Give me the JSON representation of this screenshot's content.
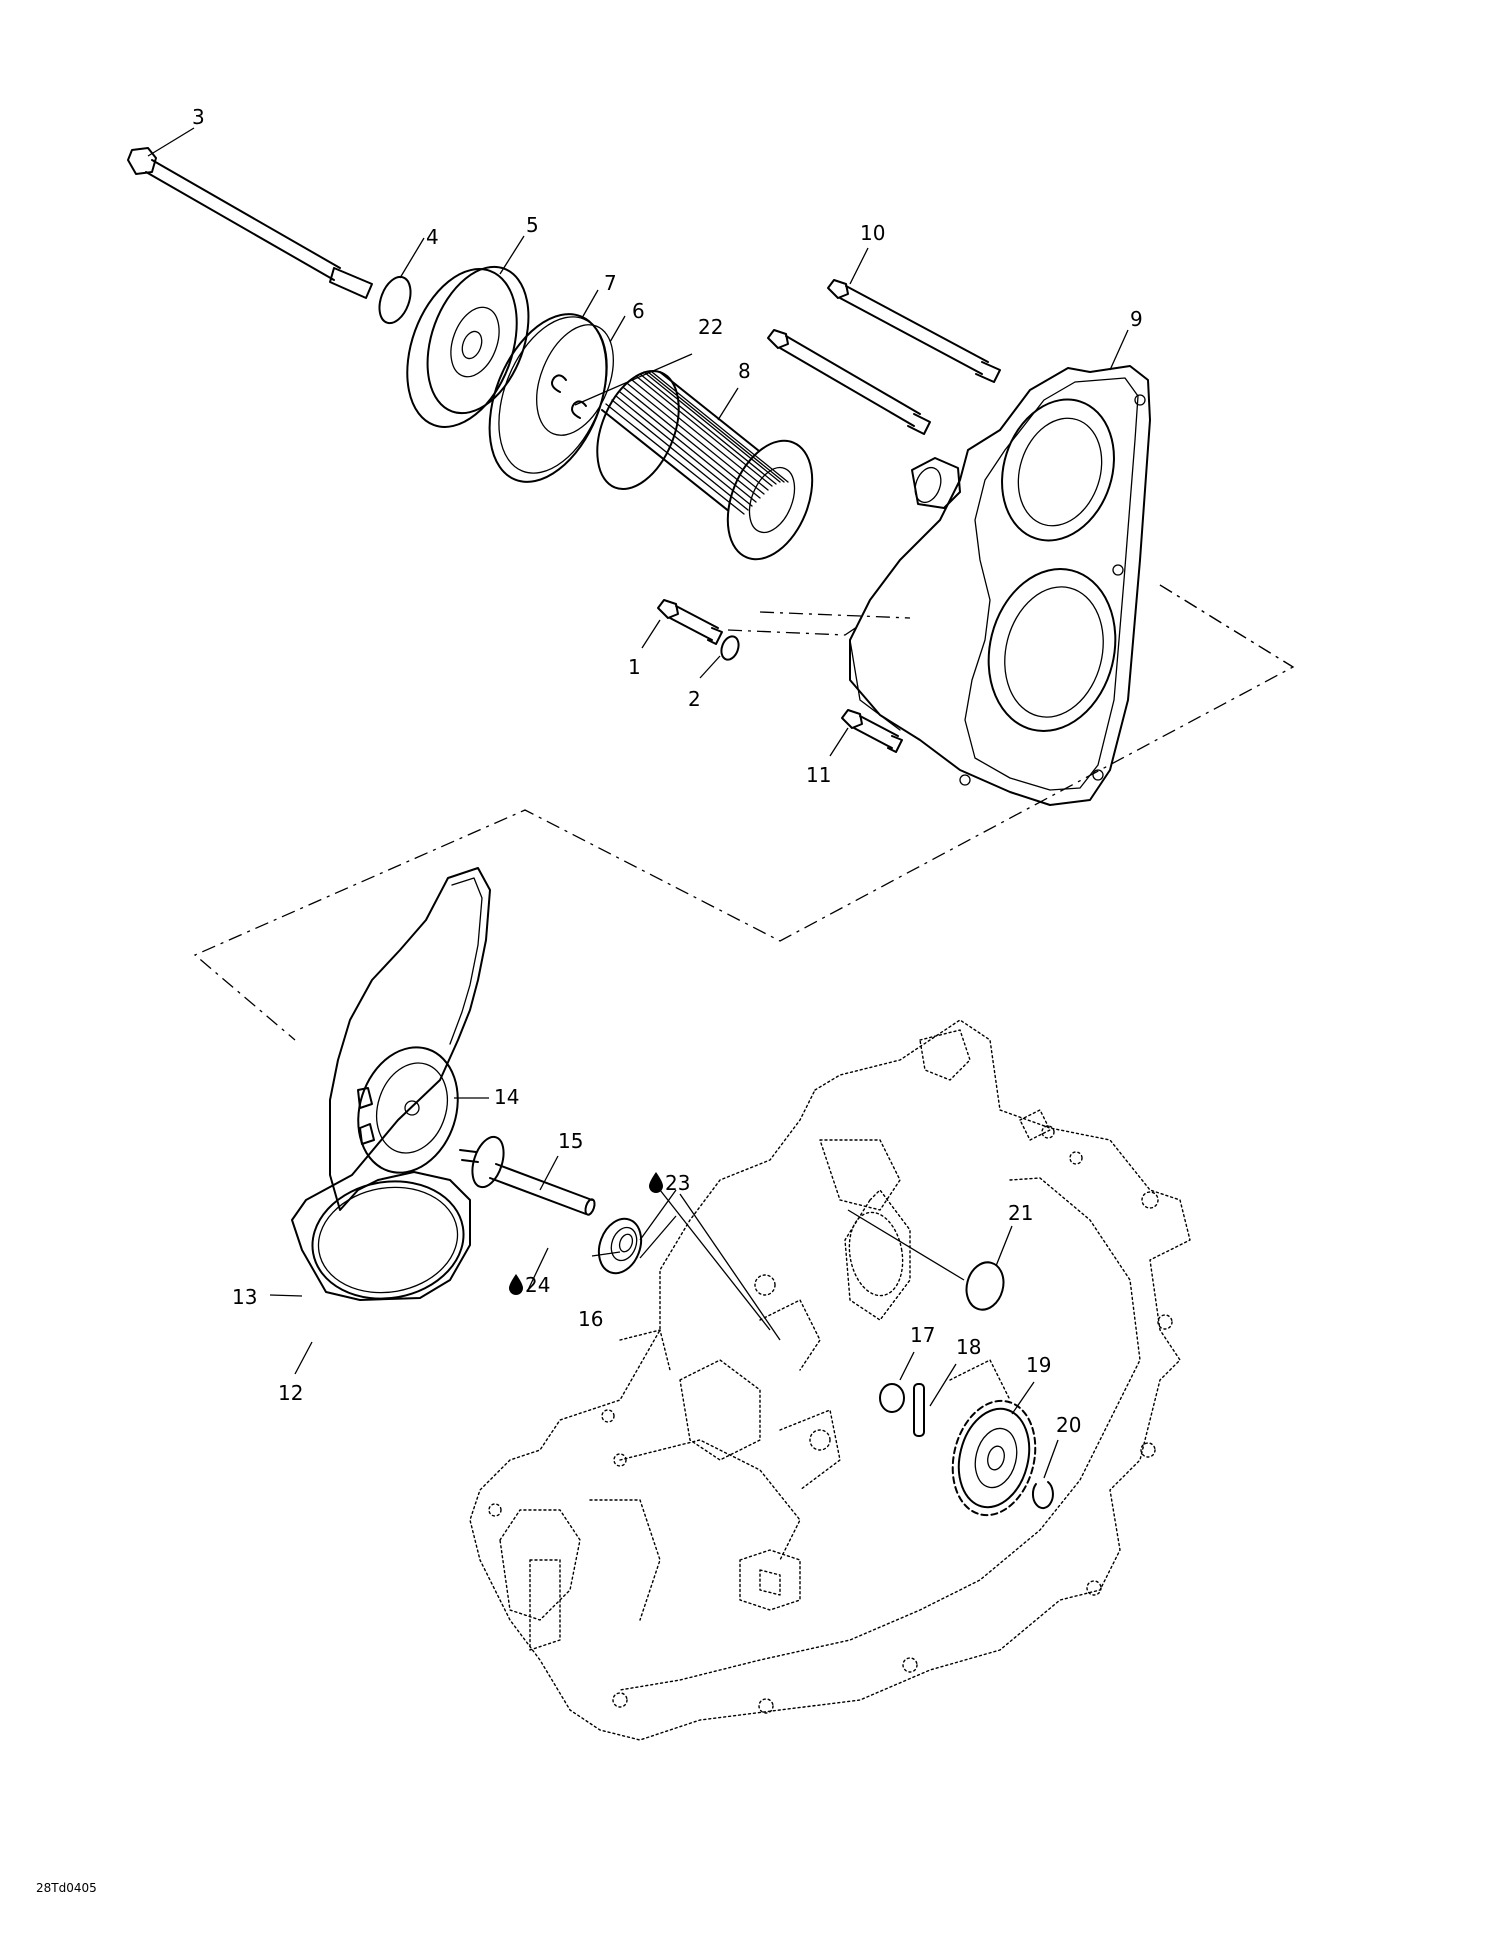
{
  "diagram": {
    "figure_code": "28Td0405",
    "labels": [
      {
        "id": "1",
        "text": "1"
      },
      {
        "id": "2",
        "text": "2"
      },
      {
        "id": "3",
        "text": "3"
      },
      {
        "id": "4",
        "text": "4"
      },
      {
        "id": "5",
        "text": "5"
      },
      {
        "id": "6",
        "text": "6"
      },
      {
        "id": "7",
        "text": "7"
      },
      {
        "id": "8",
        "text": "8"
      },
      {
        "id": "9",
        "text": "9"
      },
      {
        "id": "10",
        "text": "10"
      },
      {
        "id": "11",
        "text": "11"
      },
      {
        "id": "12",
        "text": "12"
      },
      {
        "id": "13",
        "text": "13"
      },
      {
        "id": "14",
        "text": "14"
      },
      {
        "id": "15",
        "text": "15"
      },
      {
        "id": "16",
        "text": "16"
      },
      {
        "id": "17",
        "text": "17"
      },
      {
        "id": "18",
        "text": "18"
      },
      {
        "id": "19",
        "text": "19"
      },
      {
        "id": "20",
        "text": "20"
      },
      {
        "id": "21",
        "text": "21"
      },
      {
        "id": "22",
        "text": "22"
      },
      {
        "id": "23",
        "text": "23"
      },
      {
        "id": "24",
        "text": "24"
      }
    ]
  }
}
